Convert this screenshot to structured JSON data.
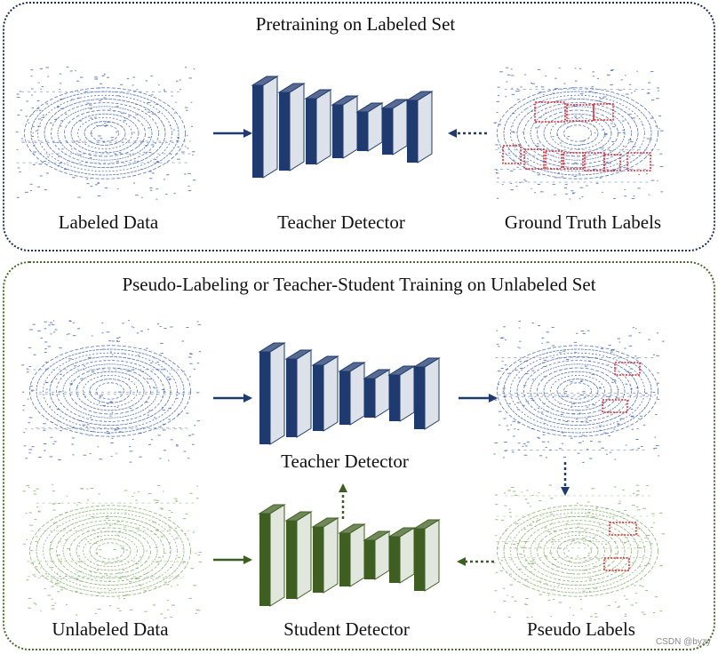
{
  "top_panel": {
    "title": "Pretraining on Labeled Set",
    "labels": {
      "input": "Labeled Data",
      "detector": "Teacher Detector",
      "labels": "Ground Truth Labels"
    }
  },
  "bottom_panel": {
    "title": "Pseudo-Labeling or Teacher-Student Training on Unlabeled Set",
    "labels": {
      "teacher": "Teacher Detector",
      "input": "Unlabeled Data",
      "student": "Student Detector",
      "pseudo": "Pseudo Labels"
    }
  },
  "watermark": "CSDN @byzy",
  "colors": {
    "teacher_blue": "#1f3a6e",
    "student_green": "#3f5f22",
    "pointcloud_blue": "#3b5ea8",
    "pointcloud_green": "#7aa860",
    "box_red": "#e0252b",
    "panel_top_border": "#1f2d5a",
    "panel_bottom_border": "#4a6b2a"
  }
}
